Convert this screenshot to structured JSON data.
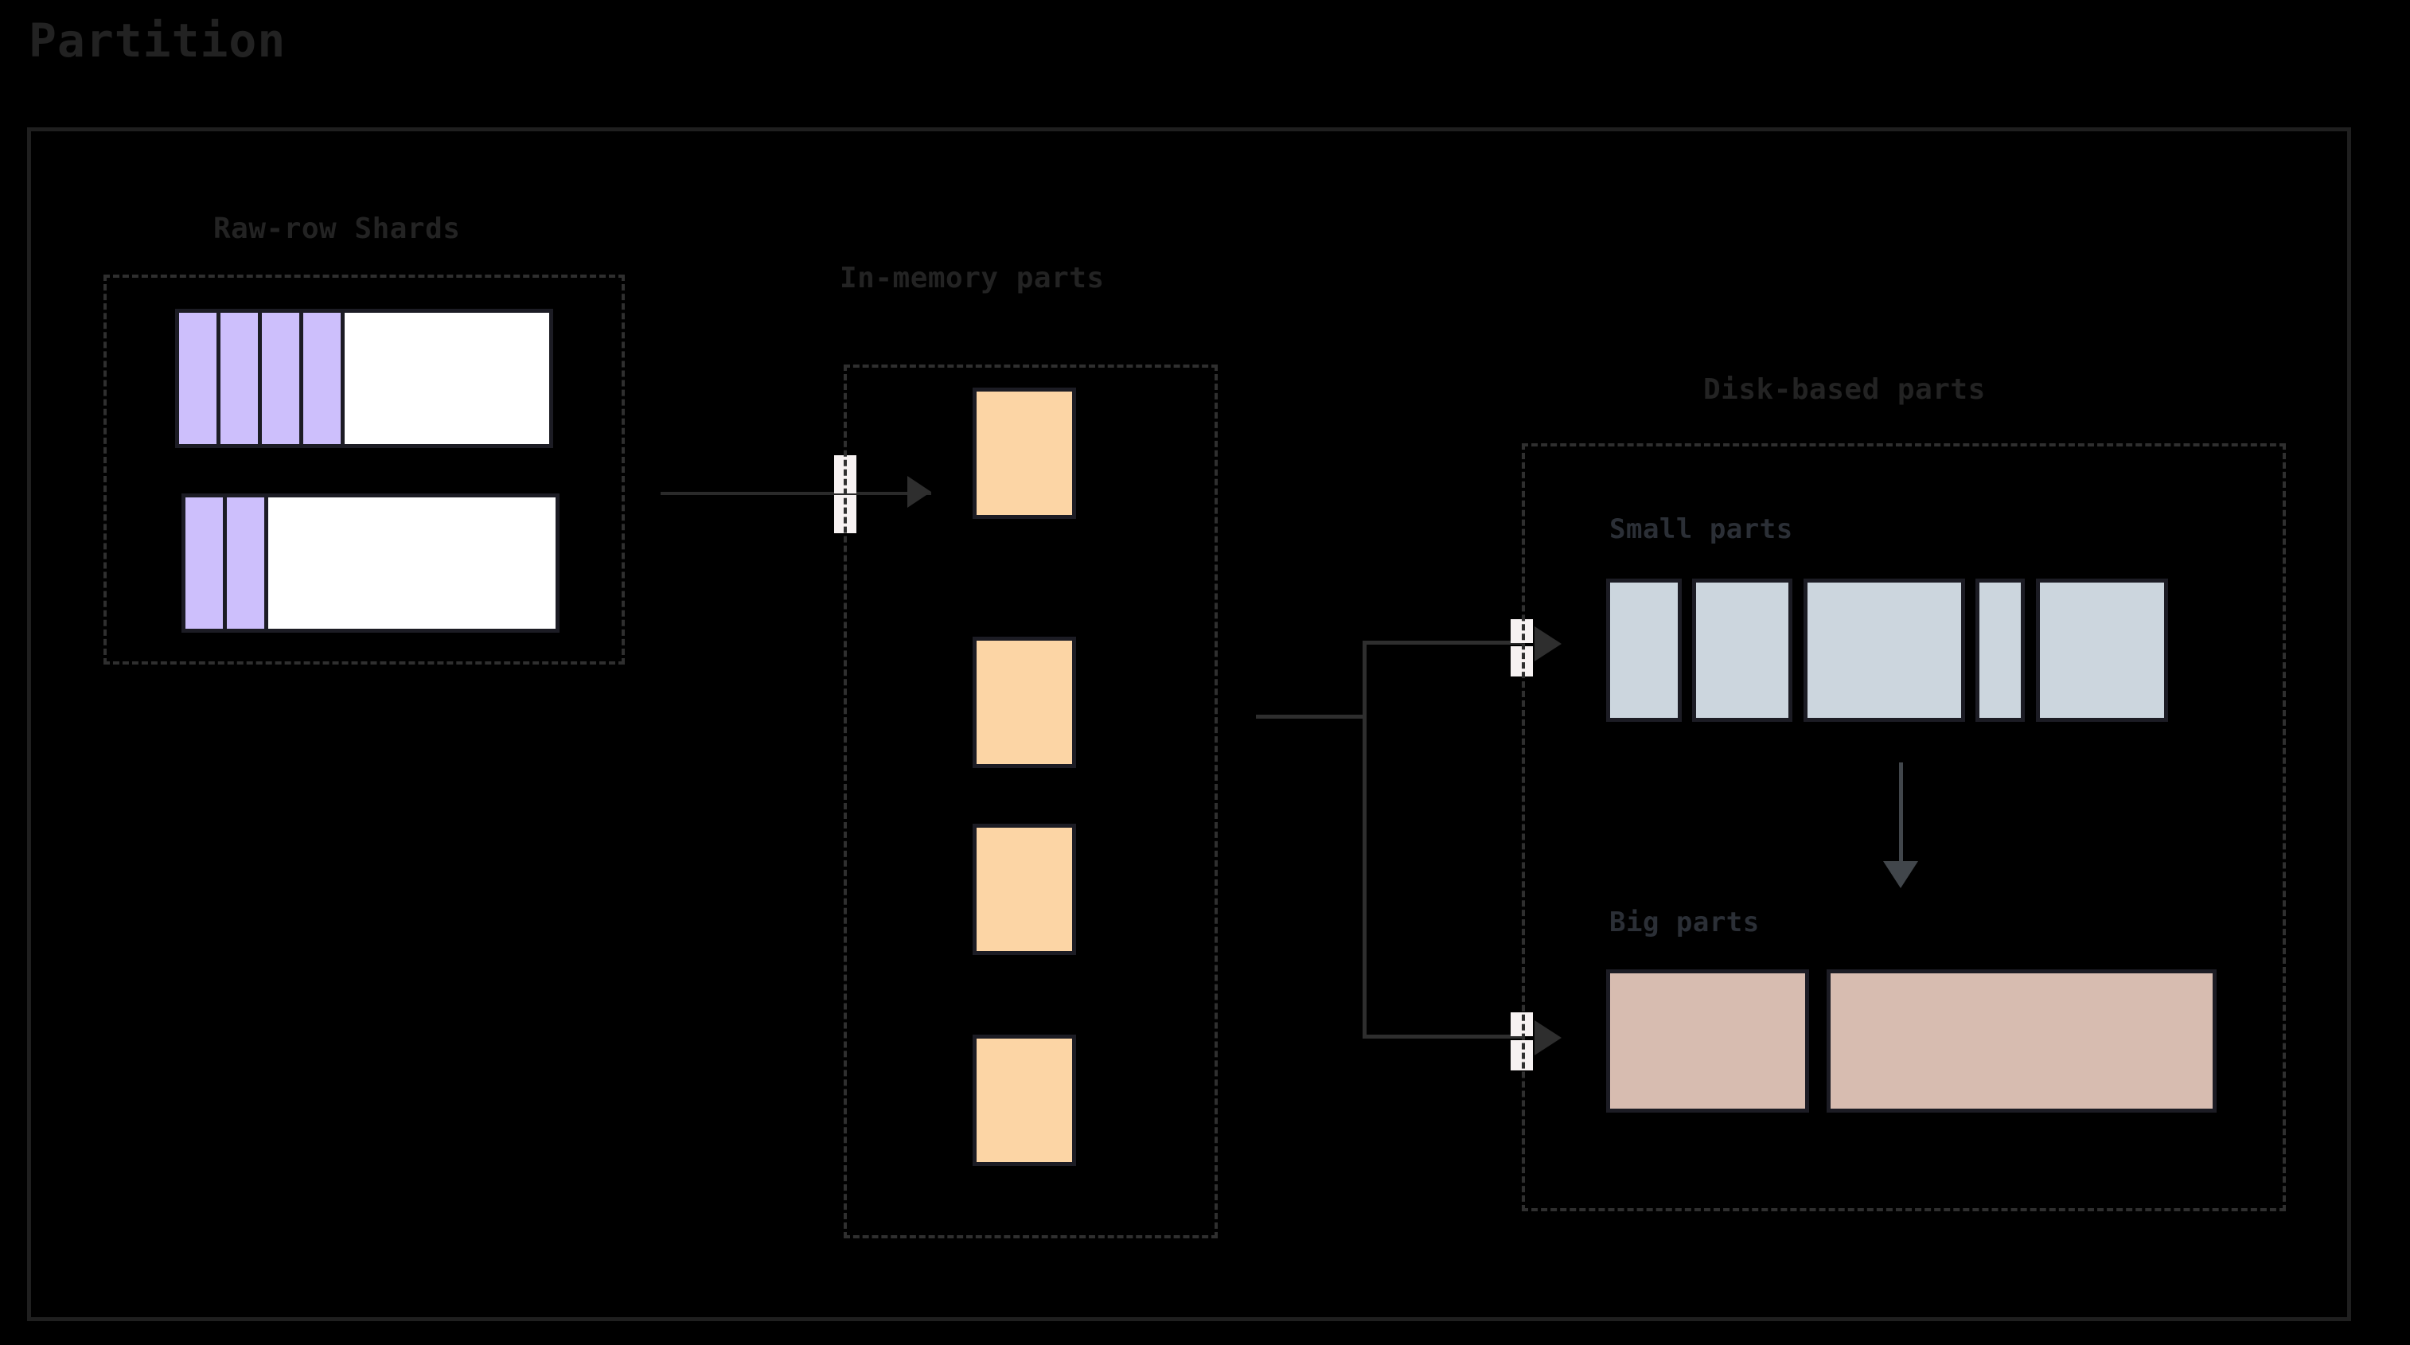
{
  "page": {
    "title": "Partition",
    "background_color": "#000000",
    "title_color": "#222222",
    "panel_border_color": "#1f1f1f"
  },
  "groups": {
    "raw_row_shards": {
      "label": "Raw-row Shards",
      "shard_fill_color": "#cdbffc",
      "shard_bg_color": "#ffffff",
      "rows": [
        {
          "name": "shard-row-1",
          "filled_cells": 4,
          "total_slots": 9
        },
        {
          "name": "shard-row-2",
          "filled_cells": 2,
          "total_slots": 9
        }
      ]
    },
    "in_memory_parts": {
      "label": "In-memory parts",
      "part_color": "#fcd5a5",
      "parts": [
        {
          "name": "in-memory-part-1"
        },
        {
          "name": "in-memory-part-2"
        },
        {
          "name": "in-memory-part-3"
        },
        {
          "name": "in-memory-part-4"
        }
      ]
    },
    "disk_based_parts": {
      "label": "Disk-based parts",
      "small_parts": {
        "label": "Small parts",
        "part_color": "#ccd6de",
        "parts": [
          {
            "name": "small-part-1",
            "relative_width": 1
          },
          {
            "name": "small-part-2",
            "relative_width": 1.3
          },
          {
            "name": "small-part-3",
            "relative_width": 2.1
          },
          {
            "name": "small-part-4",
            "relative_width": 0.65
          },
          {
            "name": "small-part-5",
            "relative_width": 1.6
          }
        ]
      },
      "big_parts": {
        "label": "Big parts",
        "part_color": "#d7bcb0",
        "parts": [
          {
            "name": "big-part-1",
            "relative_width": 1
          },
          {
            "name": "big-part-2",
            "relative_width": 2.0
          }
        ]
      }
    }
  },
  "connectors": [
    {
      "name": "shards-to-in-memory",
      "from": "raw_row_shards",
      "to": "in_memory_parts",
      "style": "arrow"
    },
    {
      "name": "in-memory-to-small-parts",
      "from": "in_memory_parts",
      "to": "small_parts",
      "style": "arrow"
    },
    {
      "name": "in-memory-to-big-parts",
      "from": "in_memory_parts",
      "to": "big_parts",
      "style": "arrow"
    },
    {
      "name": "small-parts-to-big-parts-merge",
      "from": "small_parts",
      "to": "big_parts",
      "style": "arrow-down"
    }
  ]
}
